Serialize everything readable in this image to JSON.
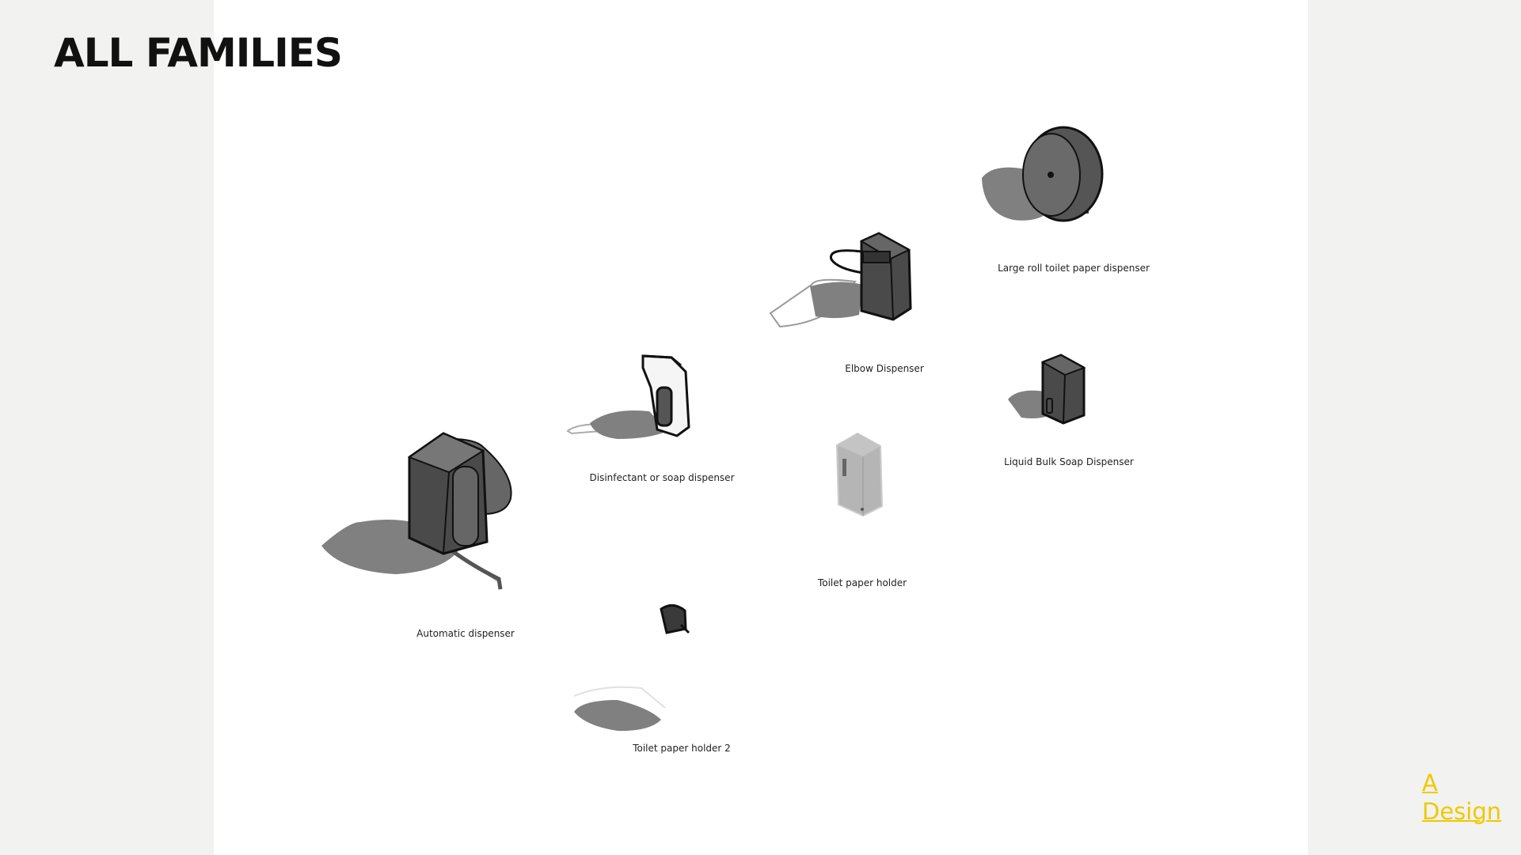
{
  "page": {
    "title": "ALL FAMILIES"
  },
  "families": [
    {
      "label": "Large roll toilet paper dispenser",
      "icon": "large-roll-dispenser-icon"
    },
    {
      "label": "Elbow Dispenser",
      "icon": "elbow-dispenser-icon"
    },
    {
      "label": "Liquid Bulk Soap Dispenser",
      "icon": "bulk-soap-dispenser-icon"
    },
    {
      "label": "Disinfectant or soap dispenser",
      "icon": "disinfectant-dispenser-icon"
    },
    {
      "label": "Toilet paper holder",
      "icon": "toilet-paper-holder-icon"
    },
    {
      "label": "Automatic dispenser",
      "icon": "automatic-dispenser-icon"
    },
    {
      "label": "Toilet paper holder 2",
      "icon": "toilet-paper-holder-2-icon"
    }
  ],
  "logo": {
    "line1": "A",
    "line2": "Design",
    "color": "#f0c800"
  },
  "colors": {
    "shadow": "#808080",
    "body_dark": "#4a4a4a",
    "body_light": "#b5b5b5"
  }
}
